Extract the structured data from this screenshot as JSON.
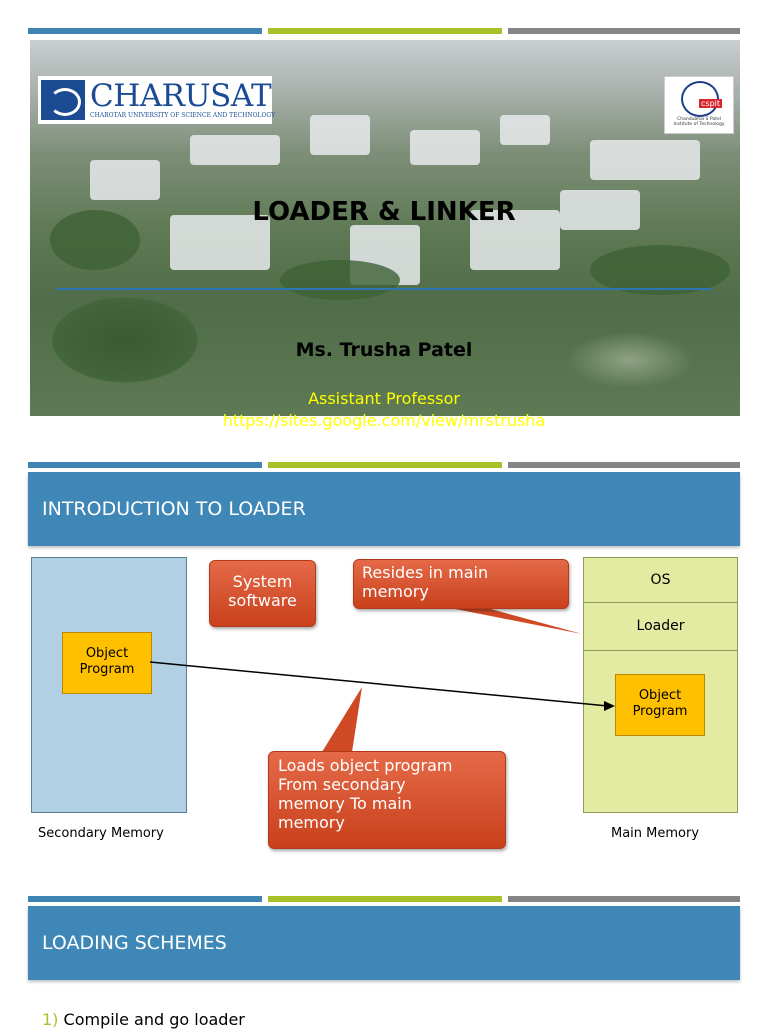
{
  "slides": [
    {
      "logo": {
        "name": "CHARUSAT",
        "tagline": "CHAROTAR UNIVERSITY OF SCIENCE AND TECHNOLOGY"
      },
      "institute_logo": {
        "text": "cspit",
        "subtitle": "Chandubhai S Patel Institute of Technology"
      },
      "title": "LOADER & LINKER",
      "author": "Ms. Trusha Patel",
      "role": "Assistant Professor",
      "url": "https://sites.google.com/view/mrstrusha"
    },
    {
      "heading": "INTRODUCTION TO LOADER",
      "secondary_memory_label": "Secondary Memory",
      "main_memory_label": "Main Memory",
      "object_program": "Object Program",
      "os_label": "OS",
      "loader_label": "Loader",
      "callouts": {
        "system_software": "System software",
        "resides": "Resides in main memory",
        "loads": "Loads object program From secondary memory To main memory"
      }
    },
    {
      "heading": "LOADING SCHEMES",
      "items": [
        {
          "num": "1)",
          "text": "Compile and go loader"
        }
      ]
    }
  ],
  "colors": {
    "accent_blue": "#3f87b7",
    "accent_green": "#a9c129",
    "accent_gray": "#858585",
    "callout": "#d2502c",
    "object": "#ffc000"
  }
}
